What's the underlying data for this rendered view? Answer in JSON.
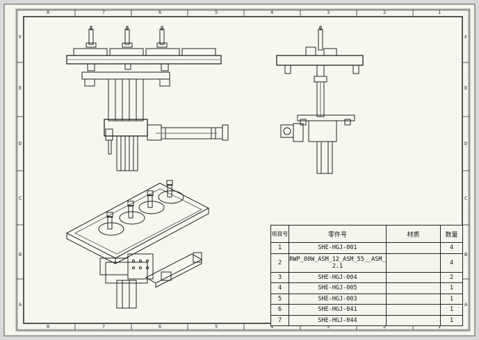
{
  "colors": {
    "background": "#d9d9d9",
    "paper": "#f5f5ee",
    "line": "#222222"
  },
  "ruler": {
    "top": [
      "8",
      "7",
      "6",
      "5",
      "4",
      "3",
      "2",
      "1"
    ],
    "bottom": [
      "8",
      "7",
      "6",
      "5",
      "4",
      "3",
      "2",
      "1"
    ],
    "left": [
      "F",
      "E",
      "D",
      "C",
      "B",
      "A"
    ],
    "right": [
      "F",
      "E",
      "D",
      "C",
      "B",
      "A"
    ]
  },
  "bom": {
    "headers": {
      "no": "项目号",
      "part": "零件号",
      "material": "材质",
      "qty": "数量"
    },
    "rows": [
      {
        "no": "1",
        "part": "SHE-HGJ-001",
        "material": "",
        "qty": "4"
      },
      {
        "no": "2",
        "part": "RWP_80W_ASM_12_ASM_55__ASM_2.1",
        "material": "",
        "qty": "4"
      },
      {
        "no": "3",
        "part": "SHE-HGJ-004",
        "material": "",
        "qty": "2"
      },
      {
        "no": "4",
        "part": "SHE-HGJ-005",
        "material": "",
        "qty": "1"
      },
      {
        "no": "5",
        "part": "SHE-HGJ-003",
        "material": "",
        "qty": "1"
      },
      {
        "no": "6",
        "part": "SHE-HGJ-041",
        "material": "",
        "qty": "1"
      },
      {
        "no": "7",
        "part": "SHE-HGJ-044",
        "material": "",
        "qty": "1"
      }
    ]
  }
}
